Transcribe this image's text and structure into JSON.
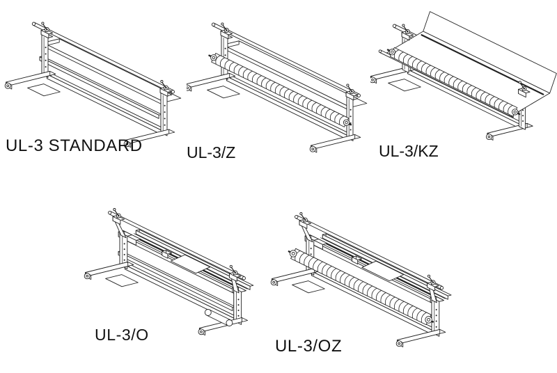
{
  "page": {
    "background": "#ffffff",
    "line_color": "#222222",
    "text_color": "#111111"
  },
  "figures": [
    {
      "id": "ul3-standard",
      "label": "UL-3 STANDARD",
      "variant": "standard"
    },
    {
      "id": "ul3-z",
      "label": "UL-3/Z",
      "variant": "spreader-roller"
    },
    {
      "id": "ul3-kz",
      "label": "UL-3/KZ",
      "variant": "trough-spreader"
    },
    {
      "id": "ul3-o",
      "label": "UL-3/O",
      "variant": "guide-frame"
    },
    {
      "id": "ul3-oz",
      "label": "UL-3/OZ",
      "variant": "guide-frame-spreader"
    }
  ]
}
